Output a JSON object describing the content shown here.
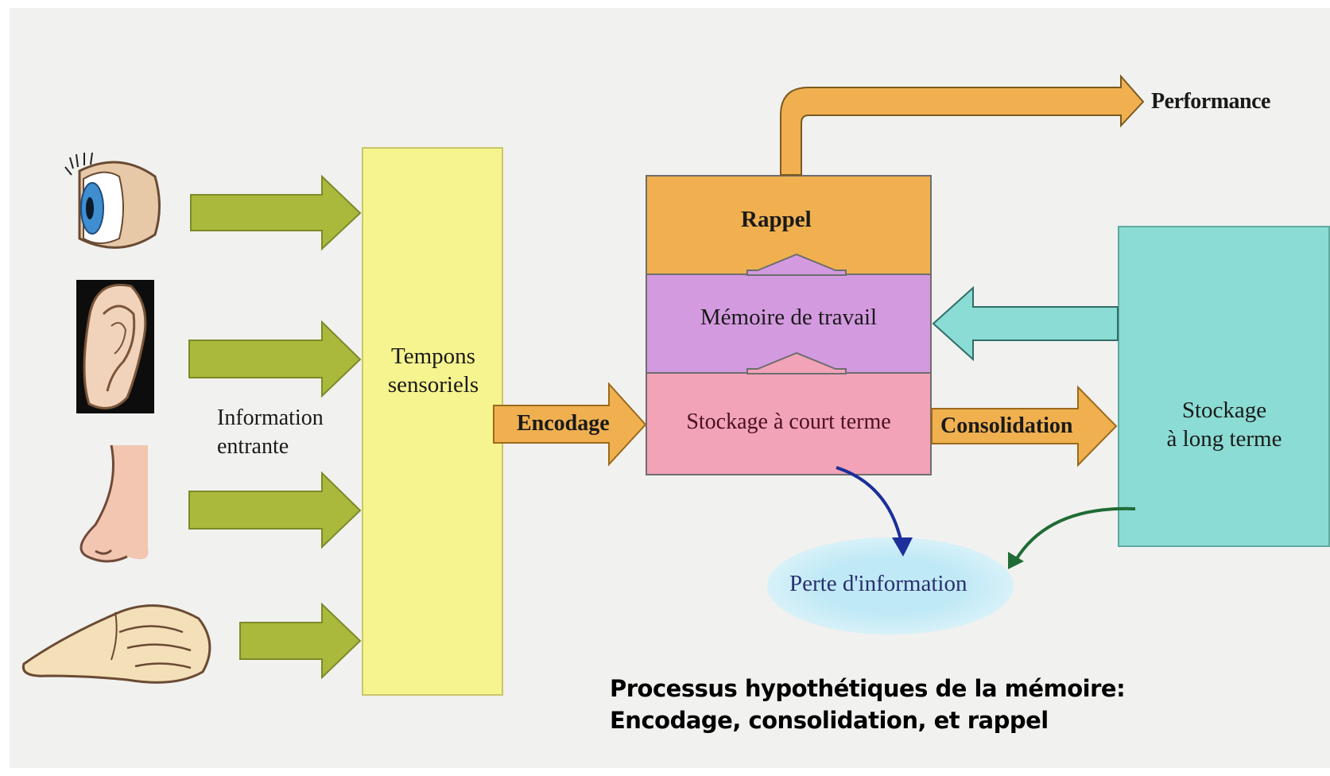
{
  "labels": {
    "sensory_store": "Tempons\nsensoriels",
    "incoming_info": "Information\nentrante",
    "encoding": "Encodage",
    "recall": "Rappel",
    "working_memory": "Mémoire de travail",
    "short_term_storage": "Stockage à court terme",
    "consolidation": "Consolidation",
    "long_term_storage": "Stockage\nà long terme",
    "performance": "Performance",
    "information_loss": "Perte d'information"
  },
  "caption": {
    "line1": "Processus hypothétiques de la mémoire:",
    "line2": "Encodage, consolidation, et rappel"
  },
  "senses": [
    "eye-icon",
    "ear-icon",
    "nose-icon",
    "finger-icon"
  ],
  "colors": {
    "sensory": "#f6f48e",
    "input_arrow": "#aab83c",
    "orange": "#f0b050",
    "working_memory": "#d49ae0",
    "short_term": "#f2a3b8",
    "long_term": "#8bdcd4",
    "loss": "#bfe9f6",
    "blue_arrow": "#1c2f9a",
    "green_arrow": "#1f6b35"
  }
}
